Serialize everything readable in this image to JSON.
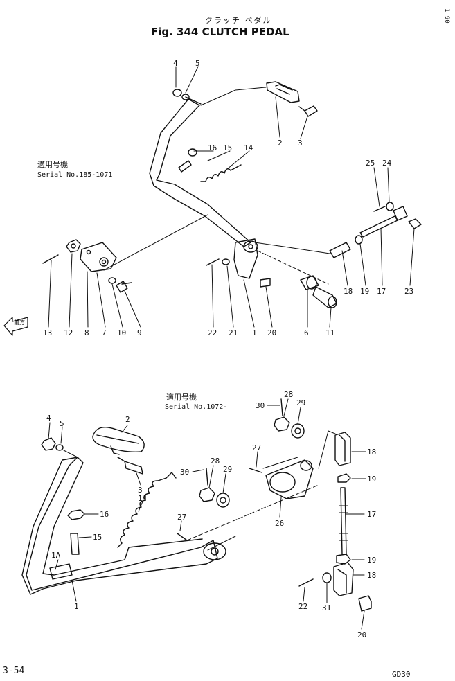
{
  "header": {
    "title_jp": "クラッチ ペダル",
    "title": "Fig. 344 CLUTCH PEDAL",
    "margin_mark": "1 90"
  },
  "upper": {
    "serial_jp": "適用号機",
    "serial": "Serial No.185-1071",
    "callouts": [
      "4",
      "5",
      "2",
      "3",
      "16",
      "15",
      "14",
      "25",
      "24",
      "13",
      "12",
      "8",
      "7",
      "10",
      "9",
      "22",
      "21",
      "1",
      "20",
      "6",
      "11",
      "18",
      "19",
      "17",
      "23"
    ]
  },
  "lower": {
    "serial_jp": "適用号機",
    "serial": "Serial No.1072-",
    "callouts": [
      "4",
      "5",
      "2",
      "3",
      "14",
      "16",
      "15",
      "1A",
      "1",
      "30",
      "28",
      "29",
      "27",
      "30",
      "28",
      "29",
      "27",
      "26",
      "18",
      "19",
      "17",
      "19",
      "18",
      "22",
      "31",
      "20"
    ]
  },
  "arrow_label": "前方",
  "footer": {
    "page": "3-54",
    "model": "GD30"
  }
}
